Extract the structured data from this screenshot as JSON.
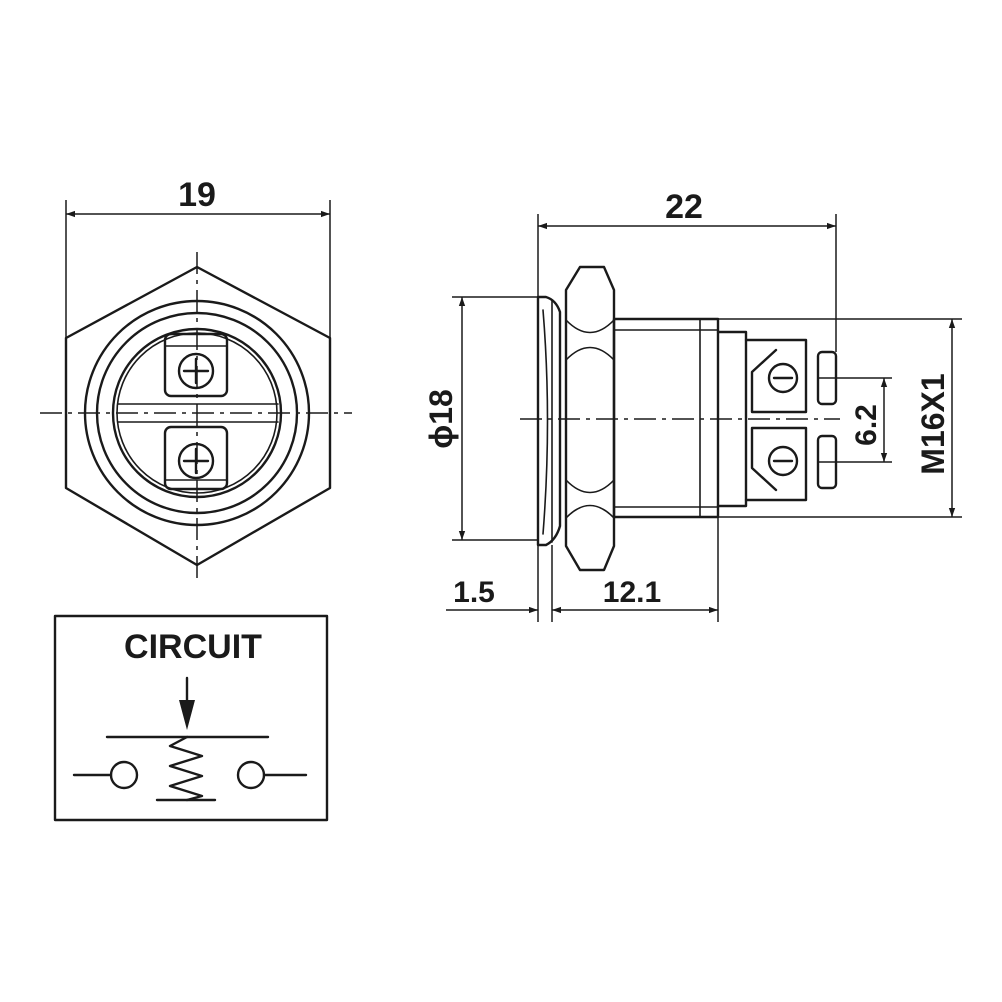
{
  "dimensions": {
    "front_width": "19",
    "overall_length": "22",
    "face_diameter": "ϕ18",
    "thread": "M16X1",
    "terminal_spacing": "6.2",
    "bezel_thickness": "1.5",
    "body_length": "12.1"
  },
  "circuit": {
    "title": "CIRCUIT"
  }
}
